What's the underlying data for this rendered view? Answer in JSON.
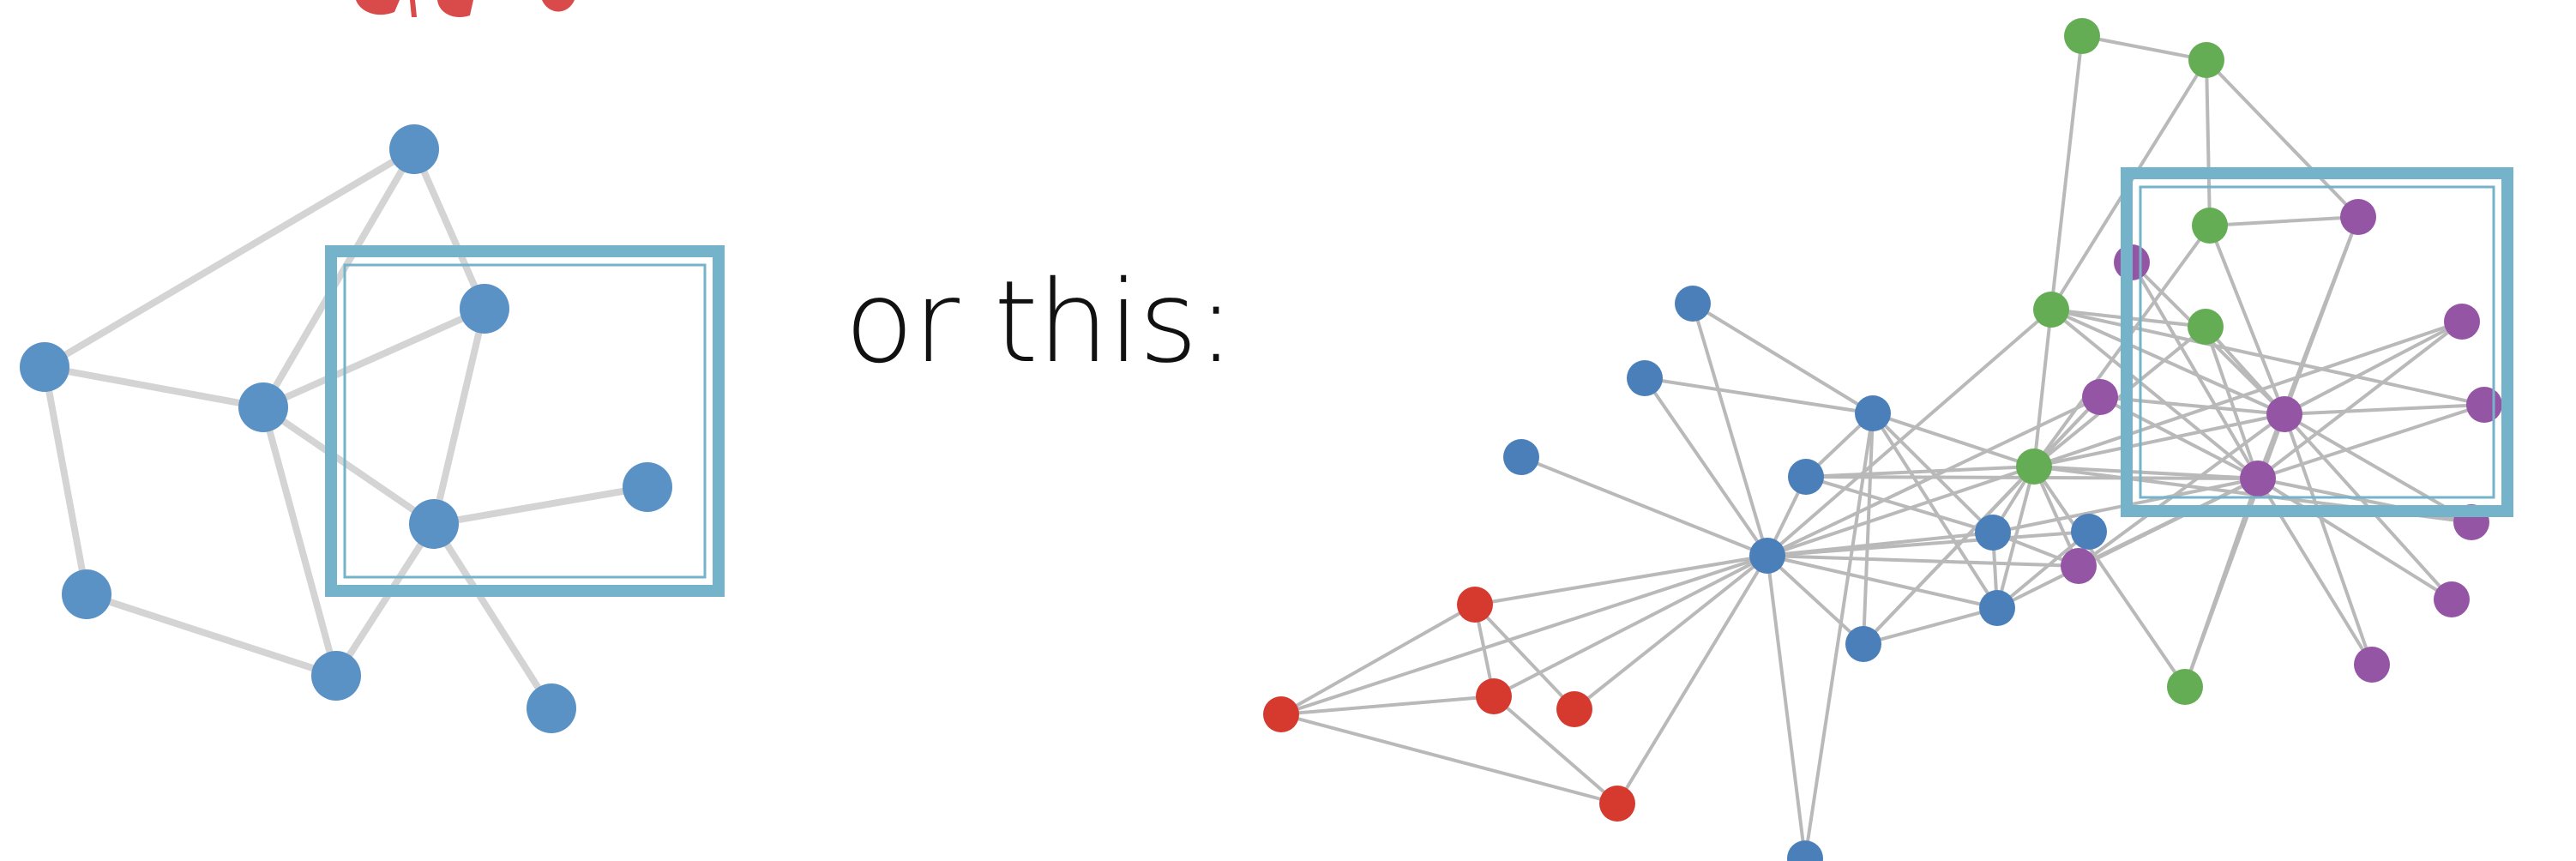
{
  "caption": "or this:",
  "colors": {
    "edge_small": "#d4d4d4",
    "edge_large": "#b9b9b9",
    "node_blue": "#5b92c6",
    "node_blue_dark": "#4a7fba",
    "node_red": "#d63a2e",
    "node_green": "#65ad55",
    "node_purple": "#9455a5",
    "highlight_frame": "#74b3c9",
    "title_fragment": "#d94a4a"
  },
  "graph_small": {
    "nodes": [
      {
        "id": "A",
        "group": "blue"
      },
      {
        "id": "B",
        "group": "blue"
      },
      {
        "id": "C",
        "group": "blue"
      },
      {
        "id": "D",
        "group": "blue"
      },
      {
        "id": "E",
        "group": "blue"
      },
      {
        "id": "F",
        "group": "blue"
      },
      {
        "id": "G",
        "group": "blue"
      },
      {
        "id": "H",
        "group": "blue"
      },
      {
        "id": "I",
        "group": "blue"
      }
    ],
    "edges": [
      [
        "A",
        "B"
      ],
      [
        "A",
        "D"
      ],
      [
        "A",
        "C"
      ],
      [
        "B",
        "D"
      ],
      [
        "B",
        "G"
      ],
      [
        "C",
        "D"
      ],
      [
        "C",
        "E"
      ],
      [
        "D",
        "E"
      ],
      [
        "D",
        "H"
      ],
      [
        "E",
        "F"
      ],
      [
        "E",
        "H"
      ],
      [
        "E",
        "I"
      ],
      [
        "G",
        "H"
      ]
    ]
  },
  "graph_large": {
    "nodes": [
      {
        "id": "n1",
        "group": "blue"
      },
      {
        "id": "n2",
        "group": "blue"
      },
      {
        "id": "n3",
        "group": "blue"
      },
      {
        "id": "n4",
        "group": "blue"
      },
      {
        "id": "n5",
        "group": "blue"
      },
      {
        "id": "n6",
        "group": "blue"
      },
      {
        "id": "n7",
        "group": "blue"
      },
      {
        "id": "n8",
        "group": "blue"
      },
      {
        "id": "n9",
        "group": "blue"
      },
      {
        "id": "n10",
        "group": "blue"
      },
      {
        "id": "n11",
        "group": "blue"
      },
      {
        "id": "r1",
        "group": "red"
      },
      {
        "id": "r2",
        "group": "red"
      },
      {
        "id": "r3",
        "group": "red"
      },
      {
        "id": "r4",
        "group": "red"
      },
      {
        "id": "r5",
        "group": "red"
      },
      {
        "id": "g1",
        "group": "green"
      },
      {
        "id": "g2",
        "group": "green"
      },
      {
        "id": "g3",
        "group": "green"
      },
      {
        "id": "g4",
        "group": "green"
      },
      {
        "id": "g5",
        "group": "green"
      },
      {
        "id": "g6",
        "group": "green"
      },
      {
        "id": "g7",
        "group": "green"
      },
      {
        "id": "p1",
        "group": "purple"
      },
      {
        "id": "p2",
        "group": "purple"
      },
      {
        "id": "p3",
        "group": "purple"
      },
      {
        "id": "p4",
        "group": "purple"
      },
      {
        "id": "p5",
        "group": "purple"
      },
      {
        "id": "p6",
        "group": "purple"
      },
      {
        "id": "p7",
        "group": "purple"
      },
      {
        "id": "p8",
        "group": "purple"
      },
      {
        "id": "p9",
        "group": "purple"
      },
      {
        "id": "p10",
        "group": "purple"
      },
      {
        "id": "p11",
        "group": "purple"
      }
    ],
    "edges": [
      [
        "n1",
        "n7"
      ],
      [
        "n2",
        "n7"
      ],
      [
        "n3",
        "n7"
      ],
      [
        "n2",
        "n5"
      ],
      [
        "n1",
        "n5"
      ],
      [
        "n5",
        "n6"
      ],
      [
        "n5",
        "n8"
      ],
      [
        "n5",
        "n10"
      ],
      [
        "n5",
        "g6"
      ],
      [
        "n5",
        "n9"
      ],
      [
        "n5",
        "n4"
      ],
      [
        "n6",
        "n7"
      ],
      [
        "n6",
        "g6"
      ],
      [
        "n6",
        "p11"
      ],
      [
        "n6",
        "n8"
      ],
      [
        "n7",
        "n8"
      ],
      [
        "n7",
        "n9"
      ],
      [
        "n7",
        "n10"
      ],
      [
        "n7",
        "n11"
      ],
      [
        "n7",
        "g6"
      ],
      [
        "n7",
        "g5"
      ],
      [
        "n7",
        "p9"
      ],
      [
        "n7",
        "p3"
      ],
      [
        "n7",
        "n4"
      ],
      [
        "n7",
        "r1"
      ],
      [
        "n7",
        "r2"
      ],
      [
        "n7",
        "r3"
      ],
      [
        "n7",
        "r4"
      ],
      [
        "n7",
        "r5"
      ],
      [
        "n8",
        "n9"
      ],
      [
        "n8",
        "g6"
      ],
      [
        "n8",
        "p9"
      ],
      [
        "n8",
        "p11"
      ],
      [
        "n9",
        "n10"
      ],
      [
        "n9",
        "g6"
      ],
      [
        "n9",
        "p11"
      ],
      [
        "n9",
        "n11"
      ],
      [
        "n10",
        "g6"
      ],
      [
        "n10",
        "p3"
      ],
      [
        "r1",
        "r2"
      ],
      [
        "r1",
        "r3"
      ],
      [
        "r1",
        "r4"
      ],
      [
        "r2",
        "r3"
      ],
      [
        "r2",
        "r5"
      ],
      [
        "r3",
        "r5"
      ],
      [
        "g1",
        "g2"
      ],
      [
        "g1",
        "g5"
      ],
      [
        "g2",
        "g3"
      ],
      [
        "g2",
        "g5"
      ],
      [
        "g2",
        "p1"
      ],
      [
        "g3",
        "p1"
      ],
      [
        "g3",
        "g6"
      ],
      [
        "g3",
        "p6"
      ],
      [
        "g4",
        "p6"
      ],
      [
        "g4",
        "p11"
      ],
      [
        "g4",
        "g6"
      ],
      [
        "g4",
        "g5"
      ],
      [
        "g5",
        "p6"
      ],
      [
        "g5",
        "p11"
      ],
      [
        "g5",
        "p5"
      ],
      [
        "g5",
        "g6"
      ],
      [
        "g6",
        "p6"
      ],
      [
        "g6",
        "p11"
      ],
      [
        "g6",
        "p4"
      ],
      [
        "g6",
        "p9"
      ],
      [
        "g6",
        "g7"
      ],
      [
        "g6",
        "p7"
      ],
      [
        "p1",
        "p6"
      ],
      [
        "p1",
        "p11"
      ],
      [
        "p2",
        "p6"
      ],
      [
        "p2",
        "p11"
      ],
      [
        "p3",
        "p6"
      ],
      [
        "p3",
        "p11"
      ],
      [
        "p4",
        "p6"
      ],
      [
        "p4",
        "p11"
      ],
      [
        "p5",
        "p6"
      ],
      [
        "p5",
        "p11"
      ],
      [
        "p6",
        "p11"
      ],
      [
        "p6",
        "p7"
      ],
      [
        "p6",
        "p8"
      ],
      [
        "p6",
        "p10"
      ],
      [
        "p6",
        "g7"
      ],
      [
        "p7",
        "p11"
      ],
      [
        "p8",
        "p11"
      ],
      [
        "p9",
        "p11"
      ],
      [
        "p10",
        "p11"
      ],
      [
        "p11",
        "g7"
      ],
      [
        "p9",
        "p6"
      ],
      [
        "p3",
        "g6"
      ]
    ]
  }
}
